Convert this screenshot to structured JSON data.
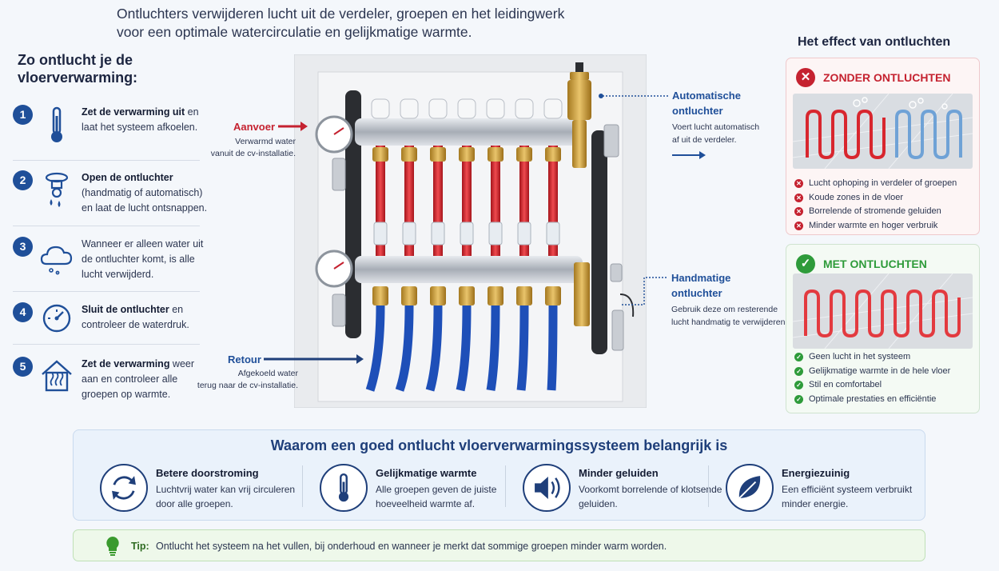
{
  "intro": {
    "line1": "Ontluchters verwijderen lucht uit de verdeler, groepen en het leidingwerk",
    "line2": "voor een optimale watercirculatie en gelijkmatige warmte."
  },
  "steps": {
    "title_line1": "Zo ontlucht je de",
    "title_line2": "vloerverwarming:",
    "items": [
      {
        "num": "1",
        "bold": "Zet de verwarming uit",
        "rest": " en laat het systeem afkoelen.",
        "icon": "thermometer-icon"
      },
      {
        "num": "2",
        "bold": "Open de ontluchter",
        "rest": " (handmatig of automatisch) en laat de lucht ontsnappen.",
        "icon": "bleed-valve-icon"
      },
      {
        "num": "3",
        "bold": "",
        "rest": "Wanneer er alleen water uit de ontluchter komt, is alle lucht verwijderd.",
        "icon": "air-cloud-icon"
      },
      {
        "num": "4",
        "bold": "Sluit de ontluchter",
        "rest": " en controleer de waterdruk.",
        "icon": "pressure-gauge-icon"
      },
      {
        "num": "5",
        "bold": "Zet de verwarming",
        "rest": " weer aan en controleer alle groepen op warmte.",
        "icon": "heated-house-icon"
      }
    ]
  },
  "callouts": {
    "aanvoer": {
      "title": "Aanvoer",
      "line1": "Verwarmd water",
      "line2": "vanuit de cv-installatie."
    },
    "retour": {
      "title": "Retour",
      "line1": "Afgekoeld water",
      "line2": "terug naar de cv-installatie."
    },
    "auto": {
      "title1": "Automatische",
      "title2": "ontluchter",
      "line1": "Voert lucht automatisch",
      "line2": "af uit de verdeler."
    },
    "manual": {
      "title1": "Handmatige",
      "title2": "ontluchter",
      "line1": "Gebruik deze om resterende",
      "line2": "lucht handmatig te verwijderen."
    }
  },
  "effect": {
    "title": "Het effect van ontluchten",
    "without": {
      "heading": "ZONDER ONTLUCHTEN",
      "items": [
        "Lucht ophoping in verdeler of groepen",
        "Koude zones in de vloer",
        "Borrelende of stromende geluiden",
        "Minder warmte en hoger verbruik"
      ]
    },
    "with": {
      "heading": "MET ONTLUCHTEN",
      "items": [
        "Geen lucht in het systeem",
        "Gelijkmatige warmte in de hele vloer",
        "Stil en comfortabel",
        "Optimale prestaties en efficiëntie"
      ]
    }
  },
  "why": {
    "title": "Waarom een goed ontlucht vloerverwarmingssysteem belangrijk is",
    "benefits": [
      {
        "title": "Betere doorstroming",
        "desc": "Luchtvrij water kan vrij circuleren door alle groepen.",
        "icon": "circulation-icon"
      },
      {
        "title": "Gelijkmatige warmte",
        "desc": "Alle groepen geven de juiste hoeveelheid warmte af.",
        "icon": "thermometer-icon"
      },
      {
        "title": "Minder geluiden",
        "desc": "Voorkomt borrelende of klotsende geluiden.",
        "icon": "speaker-icon"
      },
      {
        "title": "Energiezuinig",
        "desc": "Een efficiënt systeem verbruikt minder energie.",
        "icon": "leaf-icon"
      }
    ]
  },
  "tip": {
    "label": "Tip:",
    "text": "Ontlucht het systeem na het vullen, bij onderhoud en wanneer je merkt dat sommige groepen minder warm worden."
  },
  "colors": {
    "navy": "#1f4f99",
    "red": "#c52230",
    "green": "#2e9b3a",
    "supply_pipe": "#d8262e",
    "return_pipe": "#1e4fb8"
  }
}
